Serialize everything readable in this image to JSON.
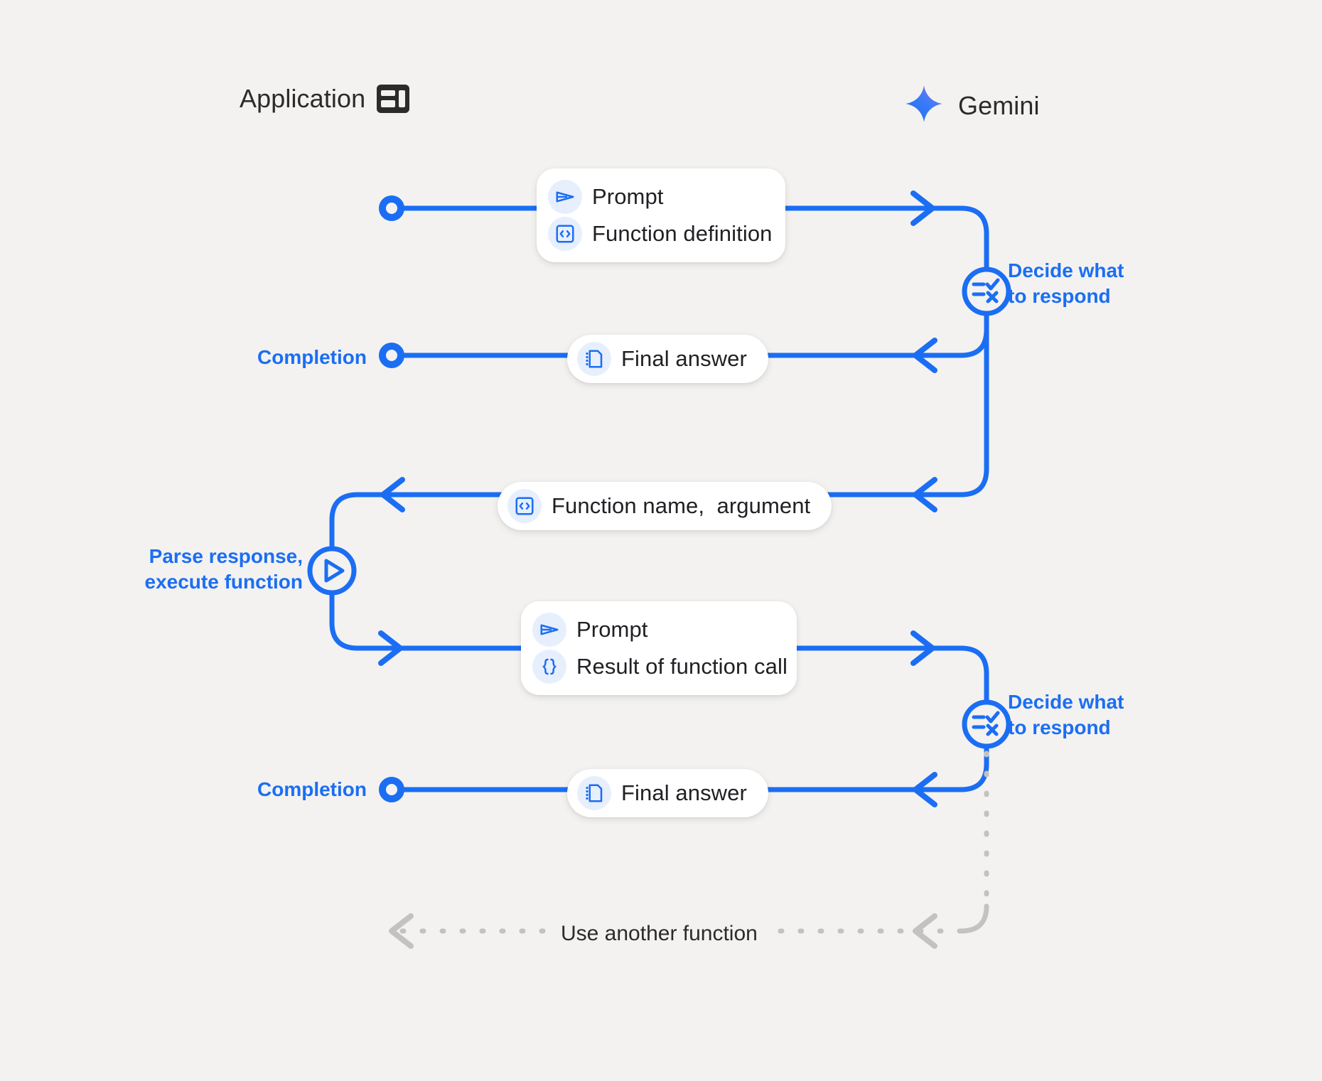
{
  "diagram": {
    "title": "Gemini function calling sequence",
    "background_color": "#f3f2f0",
    "accent_color": "#1b6ef3",
    "lifeline_color": "#c6c6c4",
    "dashed_color": "#c2c2c0",
    "text_color": "#202124"
  },
  "actors": {
    "application": {
      "label": "Application",
      "icon": "app-layout-icon"
    },
    "gemini": {
      "label": "Gemini",
      "icon": "gemini-sparkle-icon"
    }
  },
  "messages": {
    "prompt_function_definition": {
      "rows": [
        {
          "label": "Prompt",
          "icon": "send-icon"
        },
        {
          "label": "Function definition",
          "icon": "code-brackets-icon"
        }
      ]
    },
    "final_answer_1": {
      "rows": [
        {
          "label": "Final answer",
          "icon": "document-icon"
        }
      ]
    },
    "function_name_argument": {
      "rows": [
        {
          "label": "Function name,  argument",
          "icon": "code-brackets-icon"
        }
      ]
    },
    "prompt_result": {
      "rows": [
        {
          "label": "Prompt",
          "icon": "send-icon"
        },
        {
          "label": "Result of function call",
          "icon": "curly-braces-icon"
        }
      ]
    },
    "final_answer_2": {
      "rows": [
        {
          "label": "Final answer",
          "icon": "document-icon"
        }
      ]
    }
  },
  "annotations": {
    "decide_1": {
      "label": "Decide what\nto respond",
      "icon": "decision-checklist-icon"
    },
    "decide_2": {
      "label": "Decide what\nto respond",
      "icon": "decision-checklist-icon"
    },
    "parse_execute": {
      "label": "Parse response,\nexecute function",
      "icon": "play-circle-icon"
    },
    "completion_1": {
      "label": "Completion"
    },
    "completion_2": {
      "label": "Completion"
    },
    "loop_back": {
      "label": "Use another function"
    }
  }
}
